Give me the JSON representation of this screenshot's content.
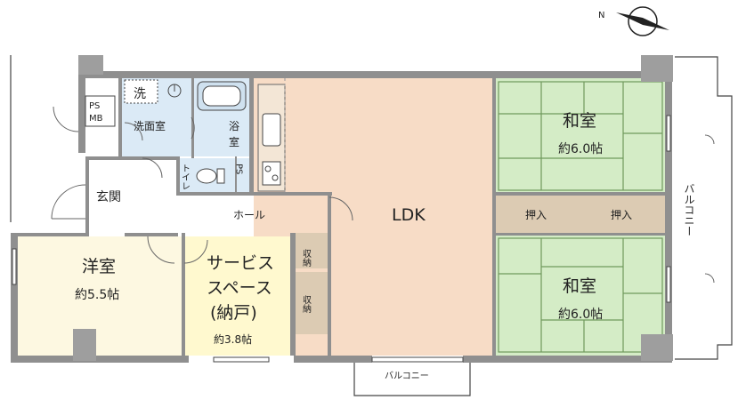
{
  "rooms": {
    "ldk": "LDK",
    "washitsu_top": {
      "name": "和室",
      "size": "約6.0帖"
    },
    "washitsu_bottom": {
      "name": "和室",
      "size": "約6.0帖"
    },
    "youshitsu": {
      "name": "洋室",
      "size": "約5.5帖"
    },
    "service_space": {
      "line1": "サービス",
      "line2": "スペース",
      "line3": "(納戸)",
      "size": "約3.8帖"
    },
    "hall": "ホール",
    "genkan": "玄関",
    "senmenshitsu": "洗面室",
    "washer": "洗",
    "yokushitsu_line1": "浴",
    "yokushitsu_line2": "室",
    "toilet": "トイレ",
    "ps_mb_1": "PS",
    "ps_mb_2": "MB",
    "ps": "PS",
    "closet_1": "収納",
    "closet_2": "収納",
    "oshiire_1": "押入",
    "oshiire_2": "押入",
    "balcony_east": "バルコニー",
    "balcony_south": "バルコニー"
  },
  "compass": {
    "label": "N"
  },
  "colors": {
    "wall": "#8f8f8f",
    "ldk_floor": "#f7dcc6",
    "washitsu_floor": "#d4ecc6",
    "tatami_line": "#6f9a5c",
    "youshitsu_floor": "#fdf8e1",
    "service_floor": "#fff9cf",
    "wet_floor": "#dbeaf6",
    "storage_floor": "#dccbb3"
  }
}
